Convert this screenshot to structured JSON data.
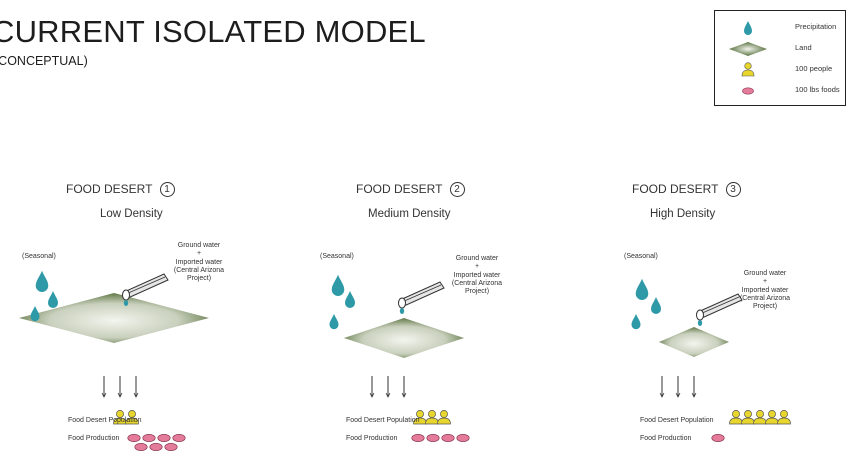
{
  "header": {
    "title": "CURRENT ISOLATED MODEL",
    "subtitle": "(CONCEPTUAL)"
  },
  "legend": {
    "items": [
      {
        "icon": "raindrop-icon",
        "label": "Precipitation"
      },
      {
        "icon": "land-diamond-icon",
        "label": "Land"
      },
      {
        "icon": "person-icon",
        "label": "100 people"
      },
      {
        "icon": "food-oval-icon",
        "label": "100 lbs foods"
      }
    ]
  },
  "colors": {
    "water": "#2e9aa8",
    "land_dark": "#3d5a1f",
    "land_light": "#f3f5ee",
    "person": "#e8d62c",
    "food": "#e57b9a"
  },
  "panels": [
    {
      "title": "FOOD DESERT",
      "number": "1",
      "density": "Low Density",
      "seasonal": "(Seasonal)",
      "groundwater": [
        "Ground water",
        "+",
        "Imported water",
        "(Central Arizona",
        "Project)"
      ],
      "population_label": "Food Desert Population",
      "people_count": 2,
      "production_label": "Food Production",
      "food_count": 7
    },
    {
      "title": "FOOD DESERT",
      "number": "2",
      "density": "Medium Density",
      "seasonal": "(Seasonal)",
      "groundwater": [
        "Ground water",
        "+",
        "Imported water",
        "(Central Arizona",
        "Project)"
      ],
      "population_label": "Food Desert Population",
      "people_count": 3,
      "production_label": "Food Production",
      "food_count": 4
    },
    {
      "title": "FOOD DESERT",
      "number": "3",
      "density": "High Density",
      "seasonal": "(Seasonal)",
      "groundwater": [
        "Ground water",
        "+",
        "Imported water",
        "(Central Arizona",
        "Project)"
      ],
      "population_label": "Food Desert Population",
      "people_count": 5,
      "production_label": "Food Production",
      "food_count": 1
    }
  ]
}
